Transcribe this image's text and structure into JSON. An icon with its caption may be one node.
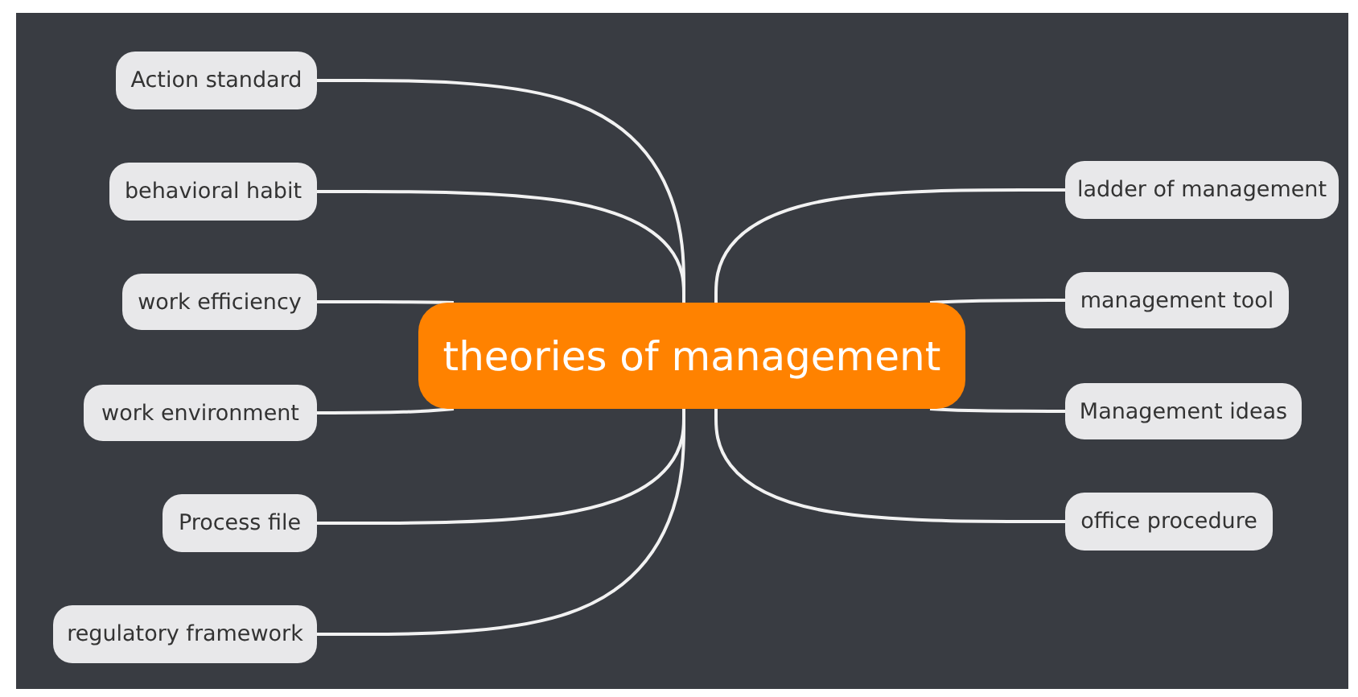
{
  "diagram": {
    "nodes": [
      {
        "text": [
          "theories of management"
        ]
      },
      {
        "text": [
          "Action standard"
        ]
      },
      {
        "text": [
          "behavioral habit"
        ]
      },
      {
        "text": [
          "work efficiency"
        ]
      },
      {
        "text": [
          "work environment"
        ]
      },
      {
        "text": [
          "Process file"
        ]
      },
      {
        "text": [
          "regulatory framework"
        ]
      },
      {
        "text": [
          "ladder of management"
        ]
      },
      {
        "text": [
          "management tool"
        ]
      },
      {
        "text": [
          "Management ideas"
        ]
      },
      {
        "text": [
          "office procedure"
        ]
      }
    ],
    "edges": [
      {
        "from": 0,
        "to": 1,
        "arrow": "none"
      },
      {
        "from": 0,
        "to": 2,
        "arrow": "none"
      },
      {
        "from": 0,
        "to": 3,
        "arrow": "none"
      },
      {
        "from": 0,
        "to": 4,
        "arrow": "none"
      },
      {
        "from": 0,
        "to": 5,
        "arrow": "none"
      },
      {
        "from": 0,
        "to": 6,
        "arrow": "none"
      },
      {
        "from": 0,
        "to": 7,
        "arrow": "none"
      },
      {
        "from": 0,
        "to": 8,
        "arrow": "none"
      },
      {
        "from": 0,
        "to": 9,
        "arrow": "none"
      },
      {
        "from": 0,
        "to": 10,
        "arrow": "none"
      }
    ]
  }
}
